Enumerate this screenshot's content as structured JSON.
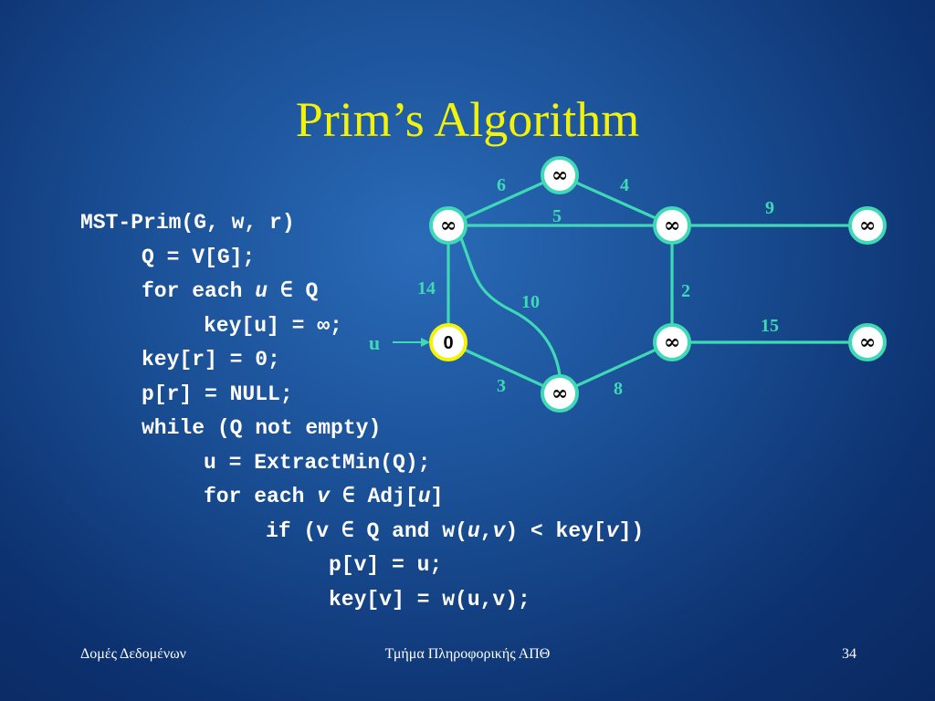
{
  "slide": {
    "title": "Prim’s Algorithm",
    "footer_left": "Δομές Δεδομένων",
    "footer_center": "Τμήμα Πληροφορικής ΑΠΘ",
    "slide_number": "34"
  },
  "code": {
    "l1": "MST-Prim(G, w, r)",
    "l2": "Q = V[G];",
    "l3a": "for each ",
    "l3u": "u",
    "l3b": " ∈ Q",
    "l4": "key[u] = ∞;",
    "l5": "key[r] = 0;",
    "l6": "p[r] = NULL;",
    "l7": "while (Q not empty)",
    "l8": "u = ExtractMin(Q);",
    "l9a": "for each ",
    "l9v": "v",
    "l9b": " ∈ Adj[",
    "l9u": "u",
    "l9c": "]",
    "l10a": "if (v ∈ Q and w(",
    "l10u": "u",
    "l10comma": ",",
    "l10v": "v",
    "l10b": ") < key[",
    "l10v2": "v",
    "l10c": "])",
    "l11": "p[v] = u;",
    "l12": "key[v] = w(u,v);"
  },
  "graph": {
    "colors": {
      "edge": "#3fd9b6",
      "node_fill": "#ffffff",
      "node_stroke": "#3fd9b6",
      "highlight": "#f2f20a",
      "weight_text": "#3fd9b6",
      "pointer": "#3fd9b6"
    },
    "pointer_label": "u",
    "nodes": [
      {
        "id": "top",
        "label": "∞"
      },
      {
        "id": "l",
        "label": "∞"
      },
      {
        "id": "m",
        "label": "∞"
      },
      {
        "id": "r1",
        "label": "∞"
      },
      {
        "id": "root",
        "label": "0",
        "highlight": true
      },
      {
        "id": "m2",
        "label": "∞"
      },
      {
        "id": "r2",
        "label": "∞"
      },
      {
        "id": "bot",
        "label": "∞"
      }
    ],
    "edges": [
      {
        "from": "l",
        "to": "top",
        "weight": "6"
      },
      {
        "from": "top",
        "to": "m",
        "weight": "4"
      },
      {
        "from": "l",
        "to": "m",
        "weight": "5"
      },
      {
        "from": "m",
        "to": "r1",
        "weight": "9"
      },
      {
        "from": "l",
        "to": "root",
        "weight": "14"
      },
      {
        "from": "l",
        "to": "bot",
        "weight": "10",
        "curved": true
      },
      {
        "from": "m",
        "to": "m2",
        "weight": "2"
      },
      {
        "from": "m2",
        "to": "r2",
        "weight": "15"
      },
      {
        "from": "root",
        "to": "bot",
        "weight": "3"
      },
      {
        "from": "bot",
        "to": "m2",
        "weight": "8"
      }
    ]
  }
}
